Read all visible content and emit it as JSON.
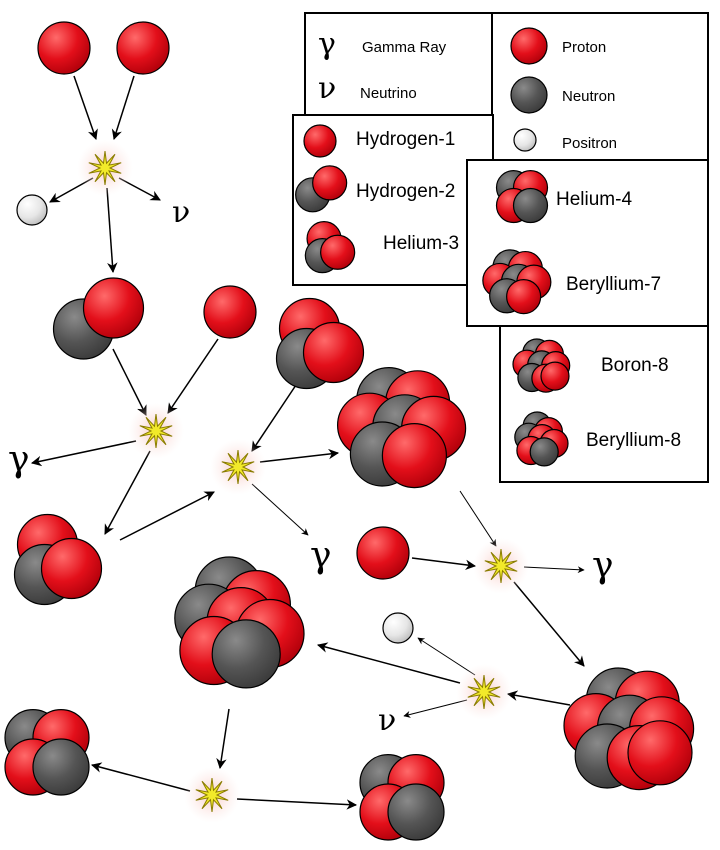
{
  "legend": {
    "gamma_symbol": "γ",
    "gamma_label": "Gamma Ray",
    "neutrino_symbol": "ν",
    "neutrino_label": "Neutrino",
    "proton_label": "Proton",
    "neutron_label": "Neutron",
    "positron_label": "Positron",
    "hydrogen1_label": "Hydrogen-1",
    "hydrogen2_label": "Hydrogen-2",
    "helium3_label": "Helium-3",
    "helium4_label": "Helium-4",
    "beryllium7_label": "Beryllium-7",
    "boron8_label": "Boron-8",
    "beryllium8_label": "Beryllium-8"
  },
  "diagram": {
    "gamma_symbol": "γ",
    "neutrino_symbol": "ν"
  },
  "colors": {
    "proton": "#e30f1a",
    "neutron": "#555555",
    "positron": "#e6e6e6",
    "flash": "#f2ea2a",
    "glow": "#f8c9c4",
    "arrow": "#000000"
  }
}
